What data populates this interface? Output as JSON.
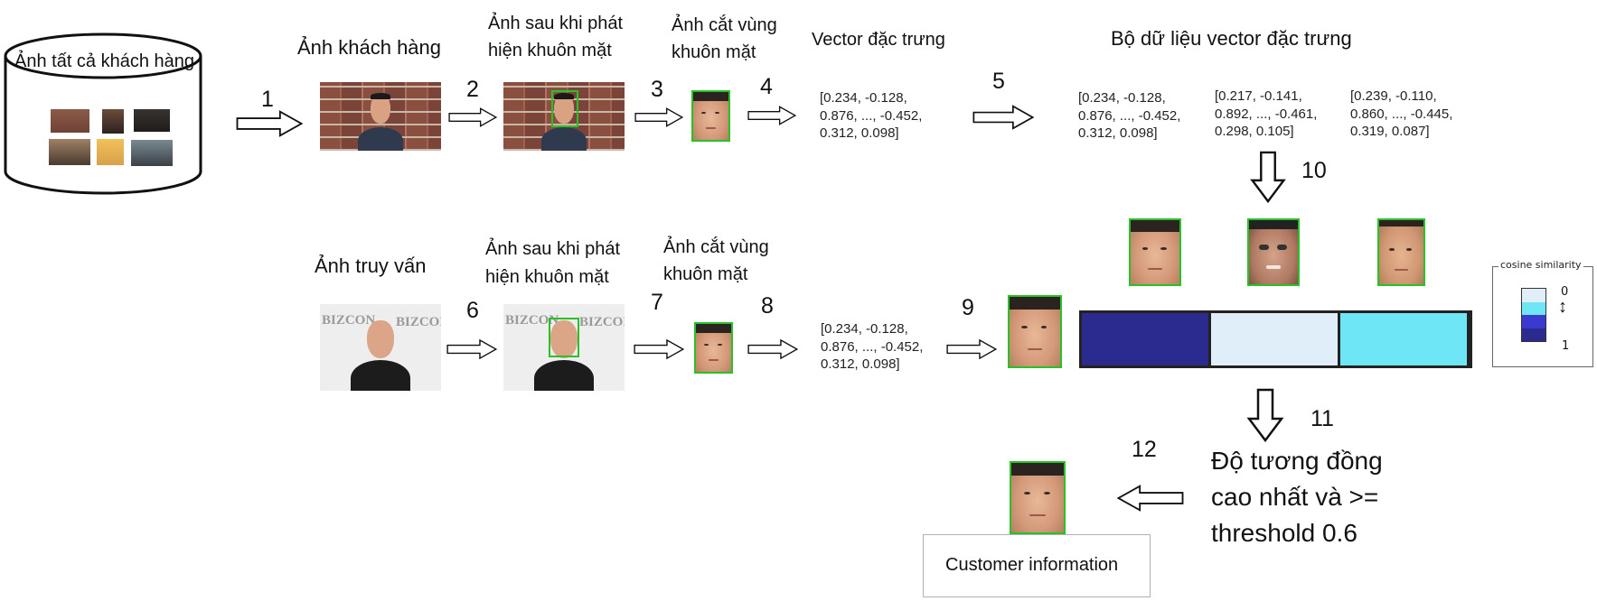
{
  "labels": {
    "db_label": "Ảnh tất cả khách hàng",
    "customer_image": "Ảnh khách hàng",
    "after_detect_1": "Ảnh sau khi phát",
    "after_detect_2": "hiện khuôn mặt",
    "crop_1": "Ảnh cắt vùng",
    "crop_2": "khuôn mặt",
    "feature_vector": "Vector đặc trưng",
    "vector_dataset": "Bộ dữ liệu vector đặc trưng",
    "query_image": "Ảnh truy vấn",
    "q_after_detect_1": "Ảnh sau khi phát",
    "q_after_detect_2": "hiện khuôn mặt",
    "q_crop_1": "Ảnh cắt vùng",
    "q_crop_2": "khuôn mặt",
    "result_1": "Độ tương đồng",
    "result_2": "cao nhất và >=",
    "result_3": "threshold 0.6",
    "customer_info": "Customer information",
    "legend_title": "cosine similarity",
    "legend_max": "0",
    "legend_min": "1"
  },
  "steps": [
    "1",
    "2",
    "3",
    "4",
    "5",
    "6",
    "7",
    "8",
    "9",
    "10",
    "11",
    "12"
  ],
  "vectors": {
    "v_main_1": "[0.234, -0.128,",
    "v_main_2": "0.876, ..., -0.452,",
    "v_main_3": "0.312, 0.098]",
    "d1_1": "[0.234, -0.128,",
    "d1_2": "0.876, ..., -0.452,",
    "d1_3": "0.312, 0.098]",
    "d2_1": "[0.217, -0.141,",
    "d2_2": "0.892, ..., -0.461,",
    "d2_3": "0.298, 0.105]",
    "d3_1": "[0.239, -0.110,",
    "d3_2": "0.860, ..., -0.445,",
    "d3_3": "0.319, 0.087]",
    "q_1": "[0.234, -0.128,",
    "q_2": "0.876, ..., -0.452,",
    "q_3": "0.312, 0.098]"
  },
  "query_photo_logo": "BIZCON",
  "colors": {
    "bar_high": "#2b2a8f",
    "bar_low": "#dfeef8",
    "bar_mid": "#6fe6f5",
    "legend_mid": "#3a3ad0",
    "face_box": "#28c228"
  }
}
